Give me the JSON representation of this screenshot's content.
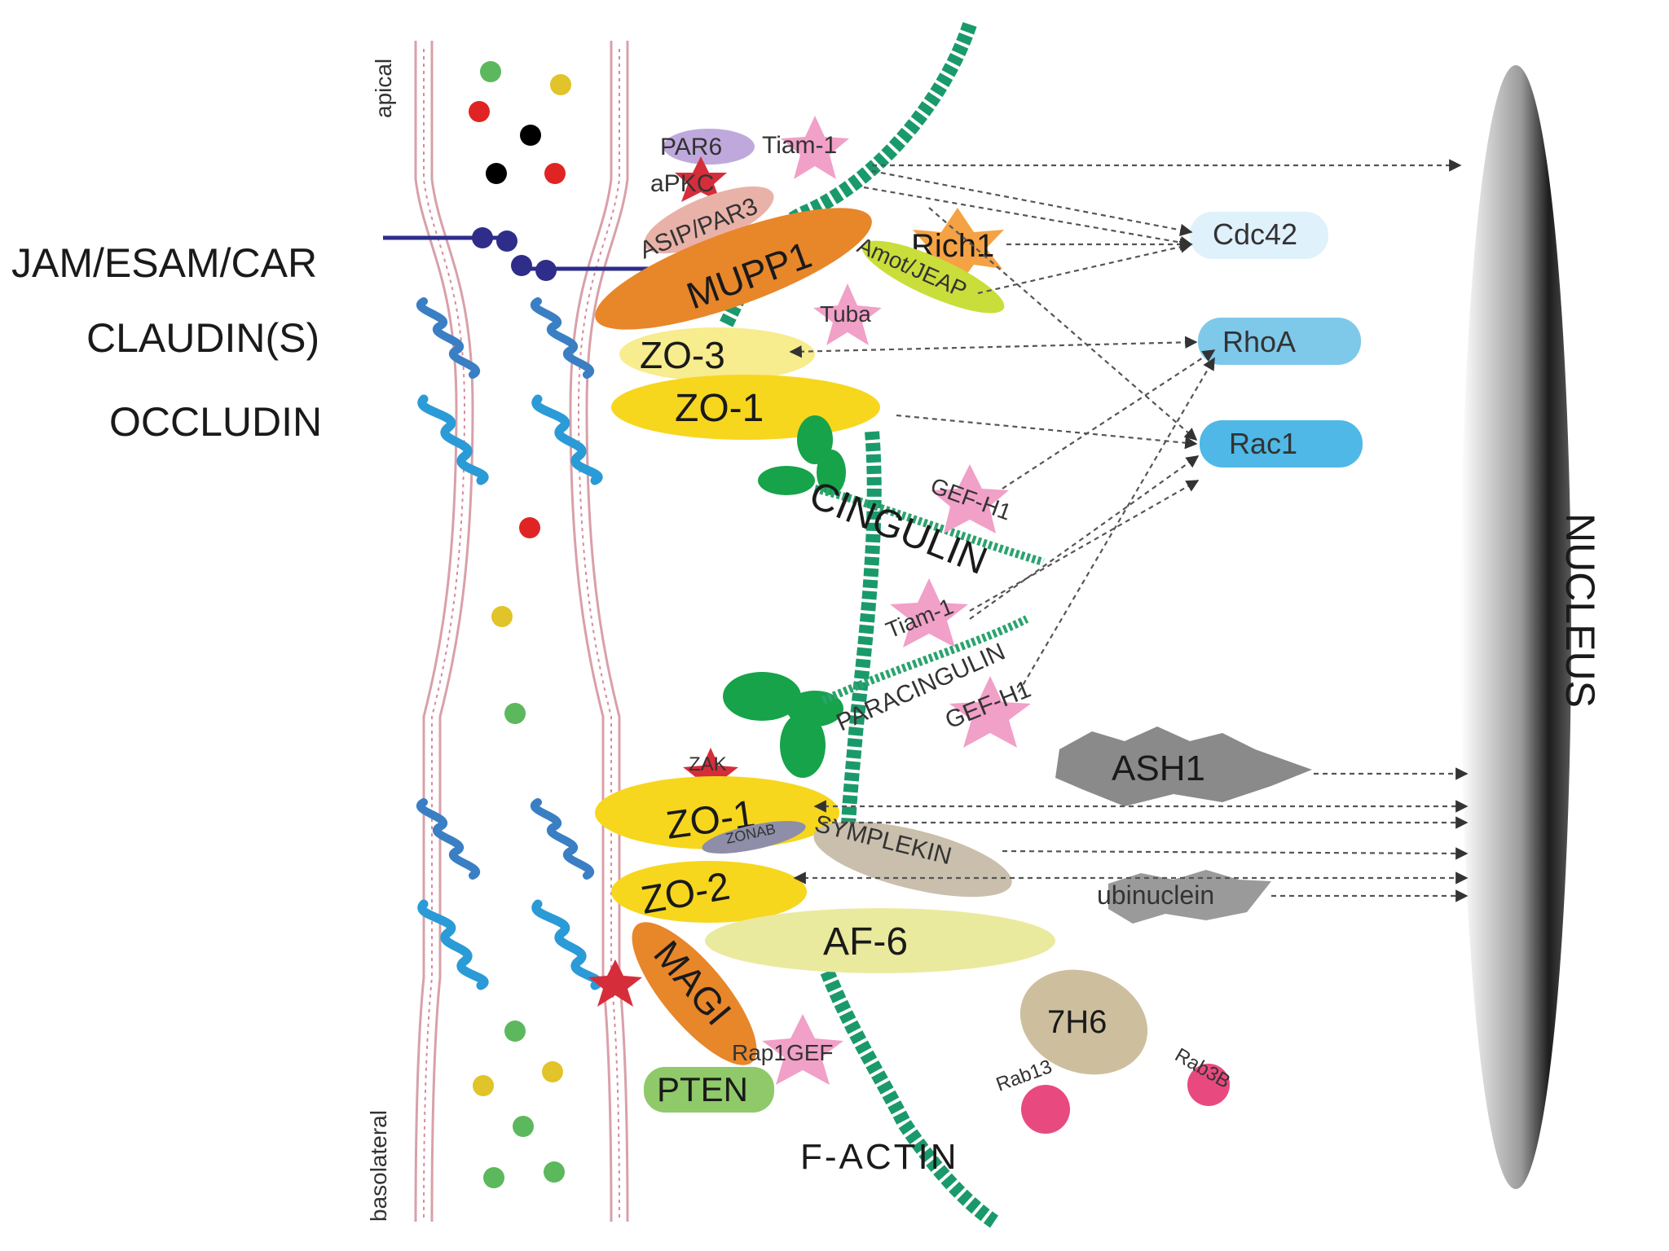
{
  "membrane": {
    "apical": "apical",
    "basolateral": "basolateral"
  },
  "left_labels": {
    "jam": "JAM/ESAM/CAR",
    "claudin": "CLAUDIN(S)",
    "occludin": "OCCLUDIN"
  },
  "proteins": {
    "parc": "PAR6",
    "tiam_top": "Tiam-1",
    "apkc": "aPKC",
    "asip": "ASIP/PAR3",
    "mupp1": "MUPP1",
    "rich1": "Rich1",
    "amot": "Amot/JEAP",
    "tuba": "Tuba",
    "zo3": "ZO-3",
    "zo1_top": "ZO-1",
    "cingulin": "CINGULIN",
    "gefh1_top": "GEF-H1",
    "tiam_mid": "Tiam-1",
    "paracingulin": "PARACINGULIN",
    "gefh1_bottom": "GEF-H1",
    "zak": "ZAK",
    "zo1_bottom": "ZO-1",
    "zonab": "ZONAB",
    "symplekin": "SYMPLEKIN",
    "zo2": "ZO-2",
    "af6": "AF-6",
    "magi": "MAGI",
    "rap1gef": "Rap1GEF",
    "pten": "PTEN",
    "seven_h6": "7H6",
    "rab13": "Rab13",
    "rab3b": "Rab3B",
    "ash1": "ASH1",
    "ubinuclein": "ubinuclein",
    "factin": "F-ACTIN"
  },
  "gtpases": {
    "cdc42": "Cdc42",
    "rhoa": "RhoA",
    "rac1": "Rac1"
  },
  "nucleus": "NUCLEUS",
  "colors": {
    "membrane": "#d9a0a8",
    "claudin": "#3a7fc4",
    "jam": "#2e2d8a",
    "zo_yellow": "#f7d61e",
    "mupp1": "#e8862a",
    "actin": "#1a9a6b",
    "cingulin_green": "#16a34a",
    "gef_pink": "#e98bb8",
    "gtpase_blue": "#7ec8ea",
    "ash1_grey": "#8a8a8a"
  }
}
